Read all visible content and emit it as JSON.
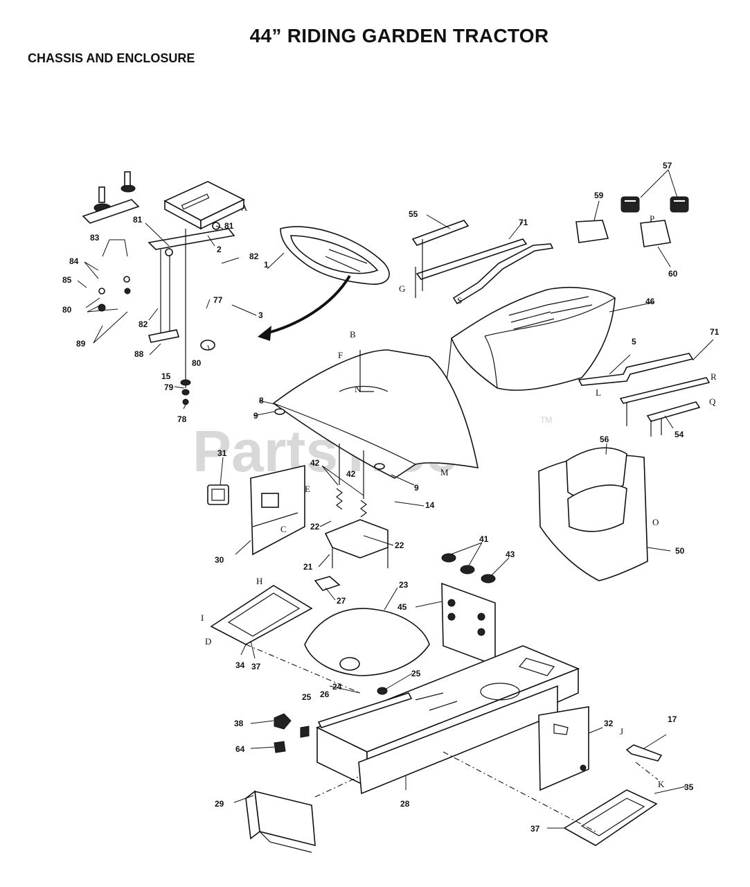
{
  "header": {
    "title": "44” RIDING GARDEN TRACTOR",
    "section": "CHASSIS AND ENCLOSURE"
  },
  "watermark": {
    "text": "PartsTree",
    "trademark": "TM"
  },
  "callouts": {
    "c1": "1",
    "c2": "2",
    "c3": "3",
    "c5": "5",
    "c8": "8",
    "c9a": "9",
    "c9b": "9",
    "c14": "14",
    "c15": "15",
    "c17": "17",
    "c21": "21",
    "c22a": "22",
    "c22b": "22",
    "c23": "23",
    "c24": "24",
    "c25a": "25",
    "c25b": "25",
    "c26": "26",
    "c27": "27",
    "c28": "28",
    "c29": "29",
    "c30": "30",
    "c31": "31",
    "c32": "32",
    "c34": "34",
    "c35": "35",
    "c37a": "37",
    "c37b": "37",
    "c38": "38",
    "c41": "41",
    "c42a": "42",
    "c42b": "42",
    "c43": "43",
    "c45": "45",
    "c46": "46",
    "c50": "50",
    "c54": "54",
    "c55": "55",
    "c56": "56",
    "c57": "57",
    "c59": "59",
    "c60": "60",
    "c64": "64",
    "c71a": "71",
    "c71b": "71",
    "c77": "77",
    "c78": "78",
    "c79": "79",
    "c80a": "80",
    "c80b": "80",
    "c81a": "81",
    "c81b": "81",
    "c82a": "82",
    "c82b": "82",
    "c83": "83",
    "c84": "84",
    "c85": "85",
    "c88": "88",
    "c89": "89"
  },
  "letters": {
    "A": "A",
    "B": "B",
    "C": "C",
    "D": "D",
    "E": "E",
    "F": "F",
    "G": "G",
    "H": "H",
    "I": "I",
    "J": "J",
    "K": "K",
    "L": "L",
    "M": "M",
    "N": "N",
    "O": "O",
    "P": "P",
    "Q": "Q",
    "R": "R",
    "S": "S"
  }
}
